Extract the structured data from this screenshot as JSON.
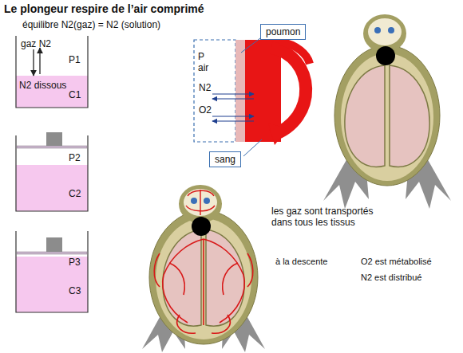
{
  "diagram": {
    "title": "Le plongeur respire de l’air comprimé",
    "nodes": [
      {
        "text": [
          "poumon"
        ]
      },
      {
        "text": [
          "sang"
        ]
      }
    ],
    "labels": [
      "équilibre N2(gaz) = N2 (solution)",
      "gaz N2",
      "N2 dissous",
      "P1",
      "C1",
      "P2",
      "C2",
      "P3",
      "C3",
      "P air",
      "N2",
      "O2",
      "les gaz sont transportés dans tous les tissus",
      "à la descente",
      "O2 est métabolisé",
      "N2 est distribué"
    ]
  }
}
